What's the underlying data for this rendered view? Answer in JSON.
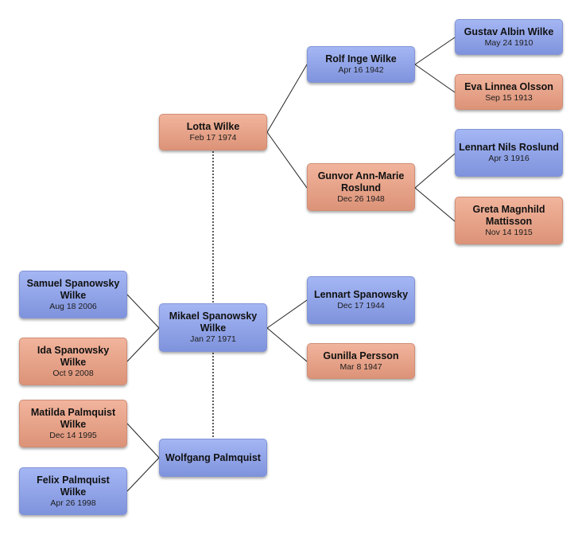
{
  "people": {
    "lotta": {
      "name": "Lotta Wilke",
      "born": "Feb 17 1974",
      "sex": "female"
    },
    "rolf": {
      "name": "Rolf Inge Wilke",
      "born": "Apr 16 1942",
      "sex": "male"
    },
    "gunvor": {
      "name": "Gunvor Ann-Marie Roslund",
      "born": "Dec 26 1948",
      "sex": "female"
    },
    "gustav": {
      "name": "Gustav Albin Wilke",
      "born": "May 24 1910",
      "sex": "male"
    },
    "eva": {
      "name": "Eva Linnea Olsson",
      "born": "Sep 15 1913",
      "sex": "female"
    },
    "lennart_r": {
      "name": "Lennart Nils Roslund",
      "born": "Apr 3 1916",
      "sex": "male"
    },
    "greta": {
      "name": "Greta Magnhild Mattisson",
      "born": "Nov 14 1915",
      "sex": "female"
    },
    "mikael": {
      "name": "Mikael Spanowsky Wilke",
      "born": "Jan 27 1971",
      "sex": "male"
    },
    "lennart_s": {
      "name": "Lennart Spanowsky",
      "born": "Dec 17 1944",
      "sex": "male"
    },
    "gunilla": {
      "name": "Gunilla Persson",
      "born": "Mar 8 1947",
      "sex": "female"
    },
    "samuel": {
      "name": "Samuel Spanowsky Wilke",
      "born": "Aug 18 2006",
      "sex": "male"
    },
    "ida": {
      "name": "Ida Spanowsky Wilke",
      "born": "Oct 9 2008",
      "sex": "female"
    },
    "matilda": {
      "name": "Matilda Palmquist Wilke",
      "born": "Dec 14 1995",
      "sex": "female"
    },
    "felix": {
      "name": "Felix Palmquist Wilke",
      "born": "Apr 26 1998",
      "sex": "male"
    },
    "wolfgang": {
      "name": "Wolfgang Palmquist",
      "born": "",
      "sex": "male"
    }
  },
  "colors": {
    "male": "#8fa3e8",
    "female": "#e8a58b",
    "connector": "#222222",
    "partner_link": "#222222"
  }
}
